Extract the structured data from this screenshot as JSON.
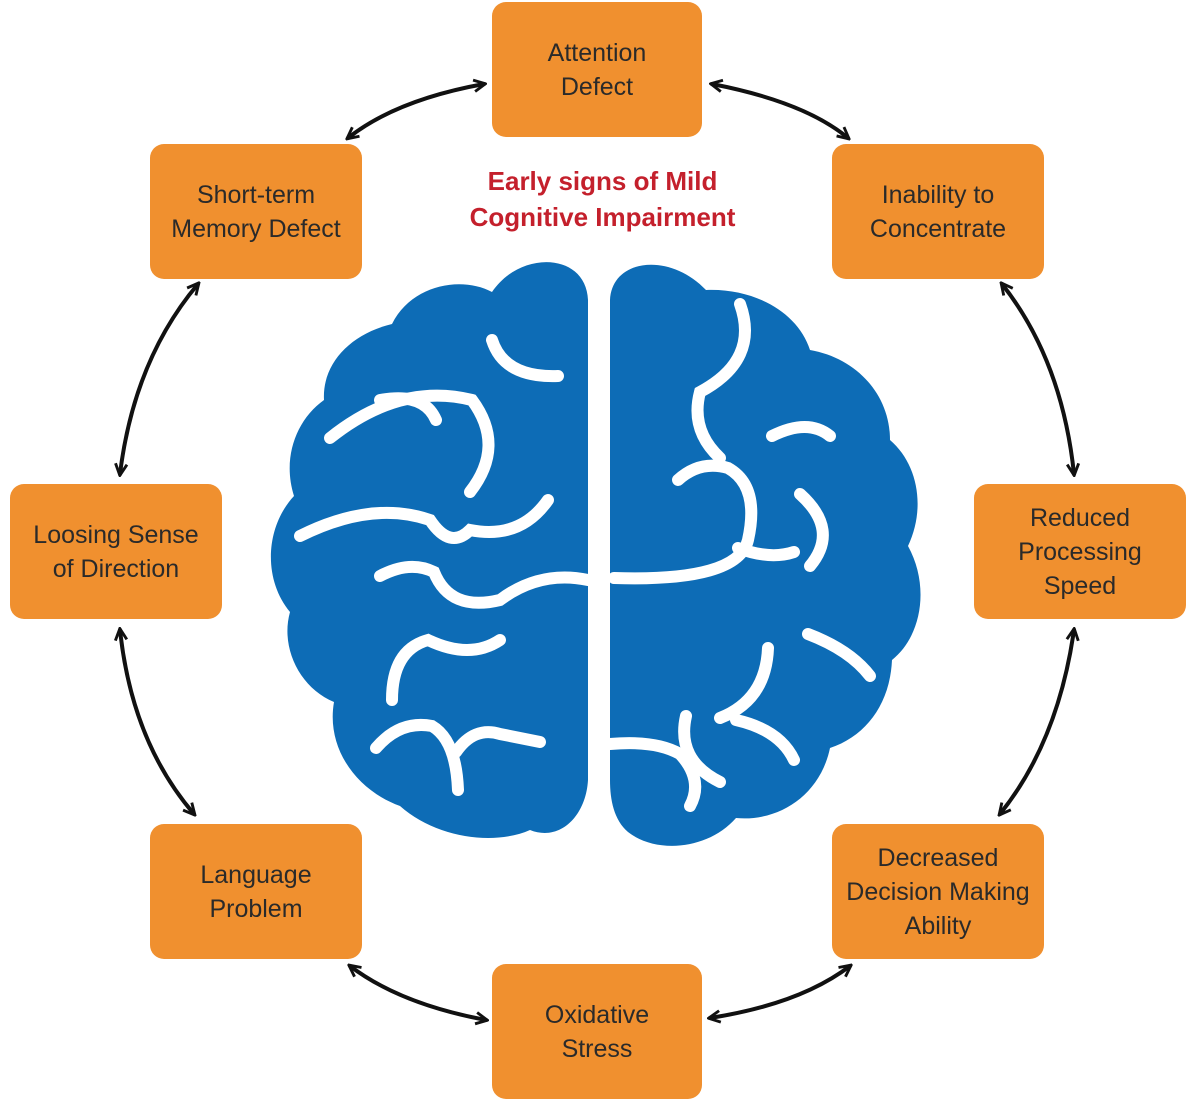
{
  "title": "Early signs of Mild\nCognitive Impairment",
  "colors": {
    "box_fill": "#f0902f",
    "title_text": "#c4202c",
    "brain": "#0d6cb6",
    "arrows": "#111111"
  },
  "center_icon": "brain-icon",
  "signs": {
    "attention": "Attention\nDefect",
    "concentrate": "Inability to\nConcentrate",
    "processing": "Reduced\nProcessing\nSpeed",
    "decision": "Decreased\nDecision Making\nAbility",
    "oxidative": "Oxidative\nStress",
    "language": "Language\nProblem",
    "direction": "Loosing Sense\nof Direction",
    "memory": "Short-term\nMemory Defect"
  }
}
